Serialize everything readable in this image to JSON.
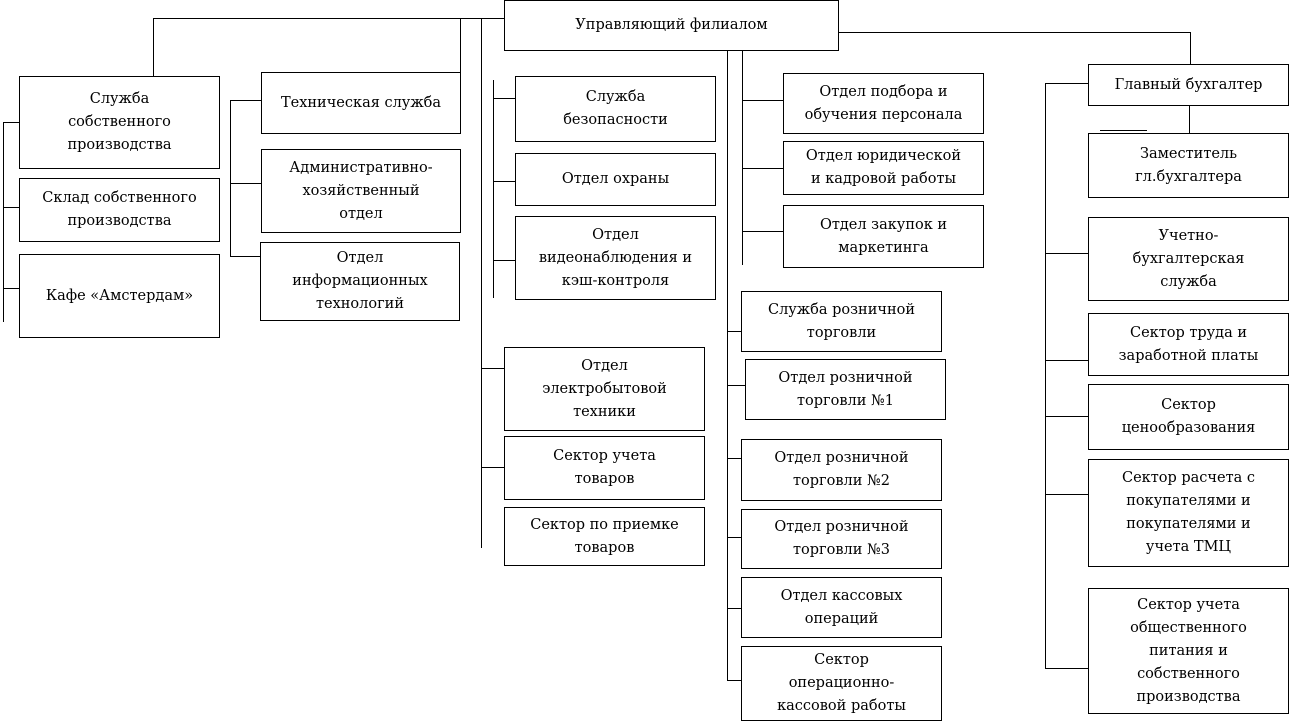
{
  "root": "Управляющий филиалом",
  "col1": {
    "own_production": "Служба\nсобственного\nпроизводства",
    "own_warehouse": "Склад собственного\nпроизводства",
    "cafe": "Кафе «Амстердам»"
  },
  "col2": {
    "technical": "Техническая служба",
    "admin": "Административно-\nхозяйственный\nотдел",
    "it": "Отдел\nинформационных\nтехнологий"
  },
  "col3": {
    "security": "Служба\nбезопасности",
    "guard": "Отдел охраны",
    "video": "Отдел\nвидеонаблюдения и\nкэш-контроля"
  },
  "col4": {
    "electronics": "Отдел\nэлектробытовой\nтехники",
    "goods_account": "Сектор учета\nтоваров",
    "goods_receipt": "Сектор по приемке\nтоваров"
  },
  "col5": {
    "hr_training": "Отдел подбора и\nобучения персонала",
    "legal": "Отдел юридической\nи кадровой работы",
    "purchasing": "Отдел закупок и\nмаркетинга"
  },
  "col6": {
    "retail_service": "Служба розничной\nторговли",
    "retail1": "Отдел розничной\nторговли №1",
    "retail2": "Отдел розничной\nторговли №2",
    "retail3": "Отдел розничной\nторговли №3",
    "cash_ops": "Отдел кассовых\nопераций",
    "cash_sector": "Сектор\nоперационно-\nкассовой работы"
  },
  "col7": {
    "chief_accountant": "Главный бухгалтер",
    "deputy": "Заместитель\nгл.бухгалтера",
    "accounting": "Учетно-\nбухгалтерская\nслужба",
    "labor": "Сектор труда и\nзаработной платы",
    "pricing": "Сектор\nценообразования",
    "settlements": "Сектор расчета с\nпокупателями и\nпокупателями и\nучета ТМЦ",
    "catering": "Сектор учета\nобщественного\nпитания и\nсобственного\nпроизводства"
  }
}
